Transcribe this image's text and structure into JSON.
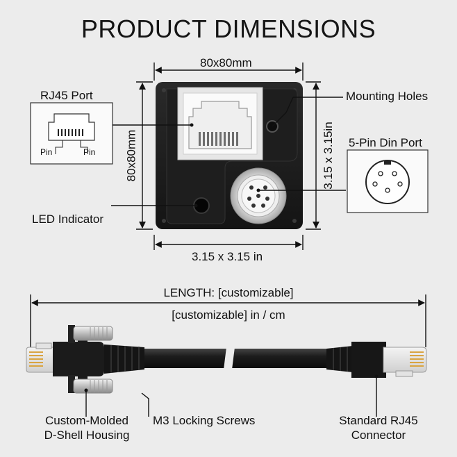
{
  "title": "PRODUCT DIMENSIONS",
  "dimensions": {
    "top_mm": "80x80mm",
    "left_mm": "80x80mm",
    "right_in": "3.15 x 3.15in",
    "bottom_in": "3.15 x 3.15 in"
  },
  "callouts": {
    "rj45_port": "RJ45 Port",
    "pin_left": "Pin",
    "pin_right": "Pin",
    "mounting_holes": "Mounting Holes",
    "din_port": "5-Pin Din Port",
    "led_indicator": "LED Indicator"
  },
  "cable": {
    "length_label": "LENGTH: [customizable]",
    "length_units": "[customizable] in / cm",
    "housing_line1": "Custom-Molded",
    "housing_line2": "D-Shell Housing",
    "screws": "M3 Locking Screws",
    "connector_line1": "Standard RJ45",
    "connector_line2": "Connector"
  }
}
